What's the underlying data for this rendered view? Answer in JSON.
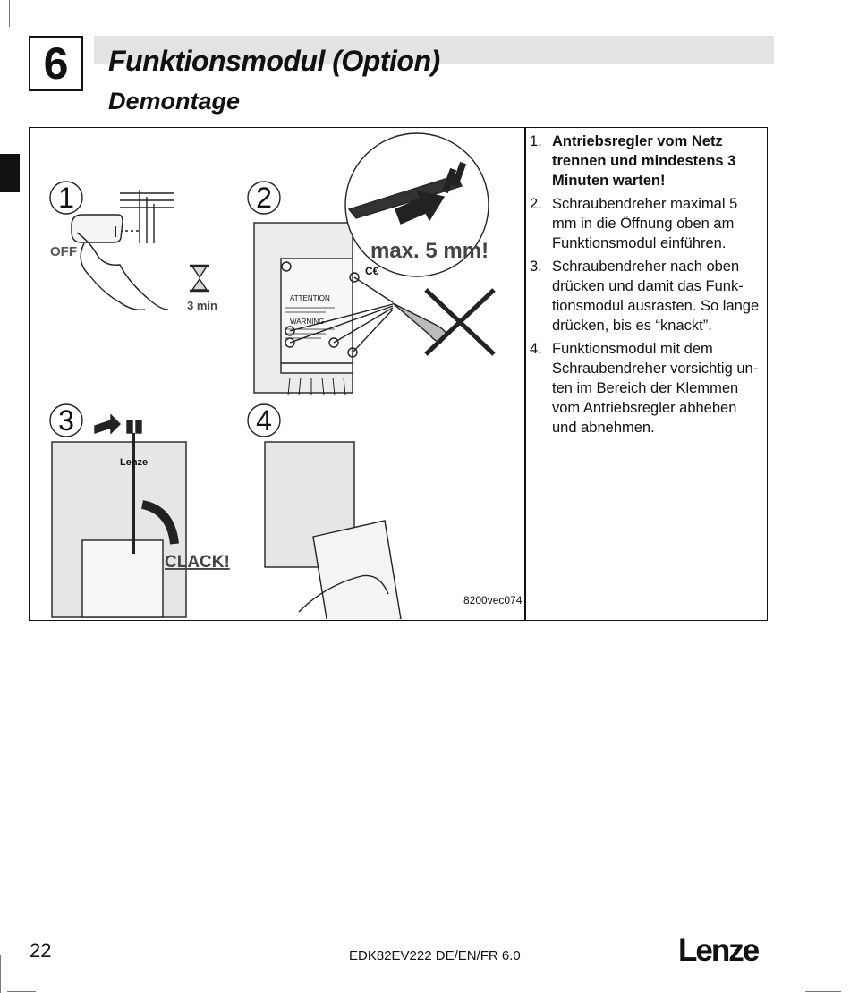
{
  "header": {
    "chapter_number": "6",
    "title": "Funktionsmodul (Option)",
    "subtitle": "Demontage"
  },
  "figure": {
    "step_numbers": [
      "1",
      "2",
      "3",
      "4"
    ],
    "off_label": "OFF",
    "wait_label": "3 min",
    "max_label": "max. 5 mm!",
    "clack_label": "CLACK!",
    "code": "8200vec074",
    "attention_label": "ATTENTION",
    "warning_label": "WARNING",
    "brand_label": "Lenze",
    "ce_label": "C€"
  },
  "steps": [
    {
      "num": "1.",
      "text": "Antriebsregler vom Netz trennen und mindestens 3 Minuten warten!",
      "bold": true
    },
    {
      "num": "2.",
      "text": "Schraubendreher maximal 5 mm in die Öffnung oben am Funktionsmodul einführen.",
      "bold": false
    },
    {
      "num": "3.",
      "text": "Schraubendreher nach oben drücken und damit das Funk-tionsmodul ausrasten. So lange drücken, bis es “knackt”.",
      "bold": false
    },
    {
      "num": "4.",
      "text": "Funktionsmodul mit dem Schraubendreher vorsichtig un-ten im Bereich der Klemmen vom Antriebsregler abheben und abnehmen.",
      "bold": false
    }
  ],
  "footer": {
    "page_number": "22",
    "document_code": "EDK82EV222 DE/EN/FR 6.0",
    "logo": "Lenze"
  }
}
